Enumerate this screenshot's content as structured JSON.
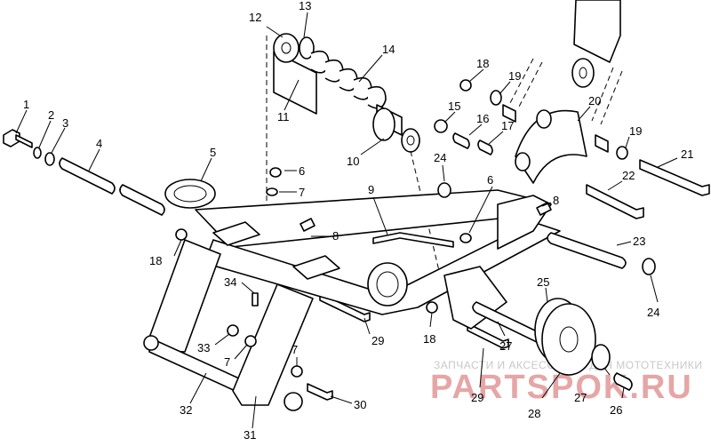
{
  "watermark": {
    "tagline": "ЗАПЧАСТИ И АКСЕССУАРЫ ДЛЯ МОТОТЕХНИКИ",
    "brand": "PARTSPOK.RU",
    "color": "#e6a6a6"
  },
  "callouts": [
    {
      "id": "c1",
      "label": "1"
    },
    {
      "id": "c2",
      "label": "2"
    },
    {
      "id": "c3",
      "label": "3"
    },
    {
      "id": "c4",
      "label": "4"
    },
    {
      "id": "c5",
      "label": "5"
    },
    {
      "id": "c6a",
      "label": "6"
    },
    {
      "id": "c6b",
      "label": "6"
    },
    {
      "id": "c7a",
      "label": "7"
    },
    {
      "id": "c7b",
      "label": "7"
    },
    {
      "id": "c7c",
      "label": "7"
    },
    {
      "id": "c8a",
      "label": "8"
    },
    {
      "id": "c8b",
      "label": "8"
    },
    {
      "id": "c9",
      "label": "9"
    },
    {
      "id": "c10",
      "label": "10"
    },
    {
      "id": "c11",
      "label": "11"
    },
    {
      "id": "c12",
      "label": "12"
    },
    {
      "id": "c13",
      "label": "13"
    },
    {
      "id": "c14",
      "label": "14"
    },
    {
      "id": "c15",
      "label": "15"
    },
    {
      "id": "c16",
      "label": "16"
    },
    {
      "id": "c17",
      "label": "17"
    },
    {
      "id": "c18a",
      "label": "18"
    },
    {
      "id": "c18b",
      "label": "18"
    },
    {
      "id": "c18c",
      "label": "18"
    },
    {
      "id": "c19a",
      "label": "19"
    },
    {
      "id": "c19b",
      "label": "19"
    },
    {
      "id": "c20",
      "label": "20"
    },
    {
      "id": "c21",
      "label": "21"
    },
    {
      "id": "c22",
      "label": "22"
    },
    {
      "id": "c23",
      "label": "23"
    },
    {
      "id": "c24a",
      "label": "24"
    },
    {
      "id": "c24b",
      "label": "24"
    },
    {
      "id": "c25",
      "label": "25"
    },
    {
      "id": "c26",
      "label": "26"
    },
    {
      "id": "c27a",
      "label": "27"
    },
    {
      "id": "c27b",
      "label": "27"
    },
    {
      "id": "c28",
      "label": "28"
    },
    {
      "id": "c29a",
      "label": "29"
    },
    {
      "id": "c29b",
      "label": "29"
    },
    {
      "id": "c30",
      "label": "30"
    },
    {
      "id": "c31",
      "label": "31"
    },
    {
      "id": "c32",
      "label": "32"
    },
    {
      "id": "c33",
      "label": "33"
    },
    {
      "id": "c34",
      "label": "34"
    }
  ]
}
